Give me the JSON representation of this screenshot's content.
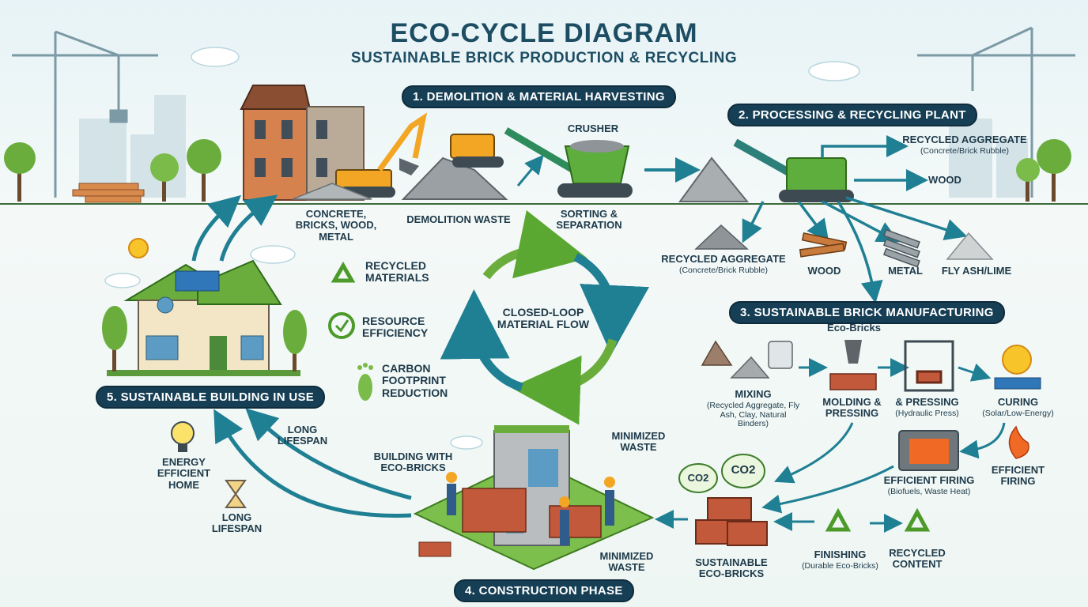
{
  "title": "ECO-CYCLE DIAGRAM",
  "subtitle": "SUSTAINABLE BRICK PRODUCTION & RECYCLING",
  "stages": {
    "s1": "1. DEMOLITION & MATERIAL HARVESTING",
    "s2": "2. PROCESSING & RECYCLING PLANT",
    "s3": "3. SUSTAINABLE BRICK MANUFACTURING",
    "s4": "4. CONSTRUCTION PHASE",
    "s5": "5. SUSTAINABLE BUILDING IN USE"
  },
  "demolition": {
    "materials": "CONCRETE, BRICKS, WOOD, METAL",
    "waste": "DEMOLITION WASTE",
    "sorting": "SORTING & SEPARATION",
    "crusher": "CRUSHER"
  },
  "plant": {
    "agg_top": "RECYCLED AGGREGATE",
    "agg_top_sub": "(Concrete/Brick Rubble)",
    "wood_top": "WOOD",
    "agg": "RECYCLED AGGREGATE",
    "agg_sub": "(Concrete/Brick Rubble)",
    "wood": "WOOD",
    "metal": "METAL",
    "flyash": "FLY ASH/LIME"
  },
  "manufacturing": {
    "eco_bricks": "Eco-Bricks",
    "mixing": "MIXING",
    "mixing_sub": "(Recycled Aggregate, Fly Ash, Clay, Natural Binders)",
    "molding": "MOLDING & PRESSING",
    "pressing": "& PRESSING",
    "pressing_sub": "(Hydraulic Press)",
    "curing": "CURING",
    "curing_sub": "(Solar/Low-Energy)",
    "firing": "EFFICIENT FIRING",
    "firing_sub": "(Biofuels, Waste Heat)",
    "firing2": "EFFICIENT FIRING",
    "co2a": "CO2",
    "co2b": "CO2",
    "sustainable": "SUSTAINABLE ECO-BRICKS",
    "finishing": "FINISHING",
    "finishing_sub": "(Durable Eco-Bricks)",
    "recycled_content": "RECYCLED CONTENT"
  },
  "construction": {
    "building_with": "BUILDING WITH ECO-BRICKS",
    "min_waste_top": "MINIMIZED WASTE",
    "min_waste_bottom": "MINIMIZED WASTE"
  },
  "use": {
    "long_lifespan_arrow": "LONG LIFESPAN",
    "energy": "ENERGY EFFICIENT HOME",
    "long_lifespan": "LONG LIFESPAN"
  },
  "benefits": {
    "recycled": "RECYCLED MATERIALS",
    "resource": "RESOURCE EFFICIENCY",
    "carbon": "CARBON FOOTPRINT REDUCTION"
  },
  "center": "CLOSED-LOOP MATERIAL FLOW",
  "colors": {
    "teal": "#1f7f93",
    "green": "#5aa832",
    "navy": "#163f55",
    "brick": "#c2593a"
  }
}
